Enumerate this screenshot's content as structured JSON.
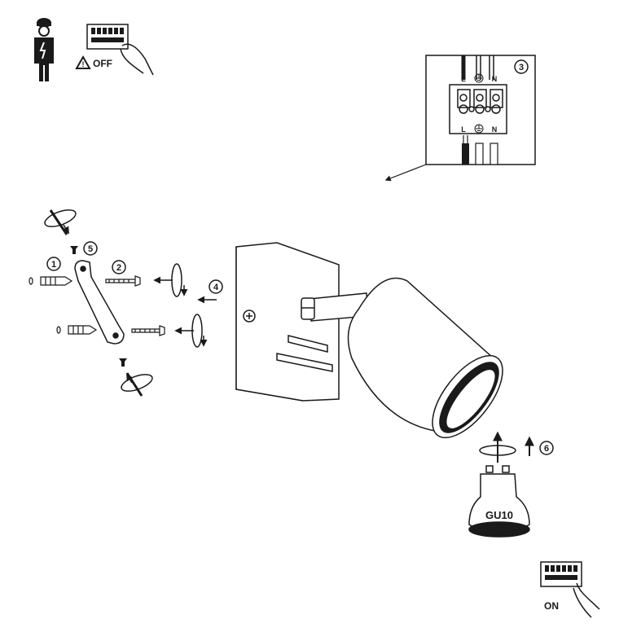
{
  "header": {
    "off_label": "OFF",
    "on_label": "ON"
  },
  "wiring": {
    "step": "3",
    "top_labels": [
      "L",
      "N"
    ],
    "bottom_labels": [
      "L",
      "N"
    ]
  },
  "steps": {
    "step1": "1",
    "step2": "2",
    "step4": "4",
    "step5": "5",
    "step6": "6"
  },
  "bulb": {
    "label": "GU10"
  },
  "icons": [
    "electrician-icon",
    "switch-box-icon",
    "warning-icon",
    "ground-symbol-icon",
    "screwdriver-rotation-icon",
    "arrow-icon"
  ],
  "colors": {
    "ink": "#1a1a1a",
    "paper": "#ffffff"
  }
}
